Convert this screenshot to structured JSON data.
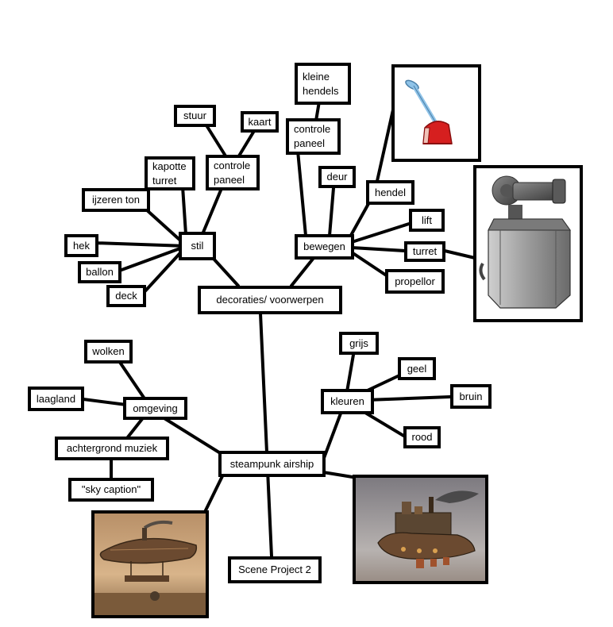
{
  "mindmap": {
    "nodes": {
      "decoraties": "decoraties/ voorwerpen",
      "stil": "stil",
      "bewegen": "bewegen",
      "kleuren": "kleuren",
      "omgeving": "omgeving",
      "root": "steampunk airship",
      "scene": "Scene Project 2",
      "stuur": "stuur",
      "kaart": "kaart",
      "controle_paneel_stil": "controle\npaneel",
      "kapotte_turret": "kapotte\nturret",
      "ijzeren_ton": "ijzeren ton",
      "hek": "hek",
      "ballon": "ballon",
      "deck": "deck",
      "kleine_hendels": "kleine\nhendels",
      "controle_paneel_bewegen": "controle\npaneel",
      "deur": "deur",
      "hendel": "hendel",
      "lift": "lift",
      "turret": "turret",
      "propellor": "propellor",
      "grijs": "grijs",
      "geel": "geel",
      "bruin": "bruin",
      "rood": "rood",
      "wolken": "wolken",
      "laagland": "laagland",
      "achtergrond_muziek": "achtergrond muziek",
      "sky_caption": "\"sky caption\""
    },
    "images": {
      "lever": "lever-image",
      "turret": "turret-image",
      "airship_left": "airship-image",
      "airship_right": "airship-image"
    },
    "colors": {
      "lever_handle": "#8fc3e8",
      "lever_base": "#d61f1f",
      "turret_metal": "#9a9a9a"
    }
  }
}
